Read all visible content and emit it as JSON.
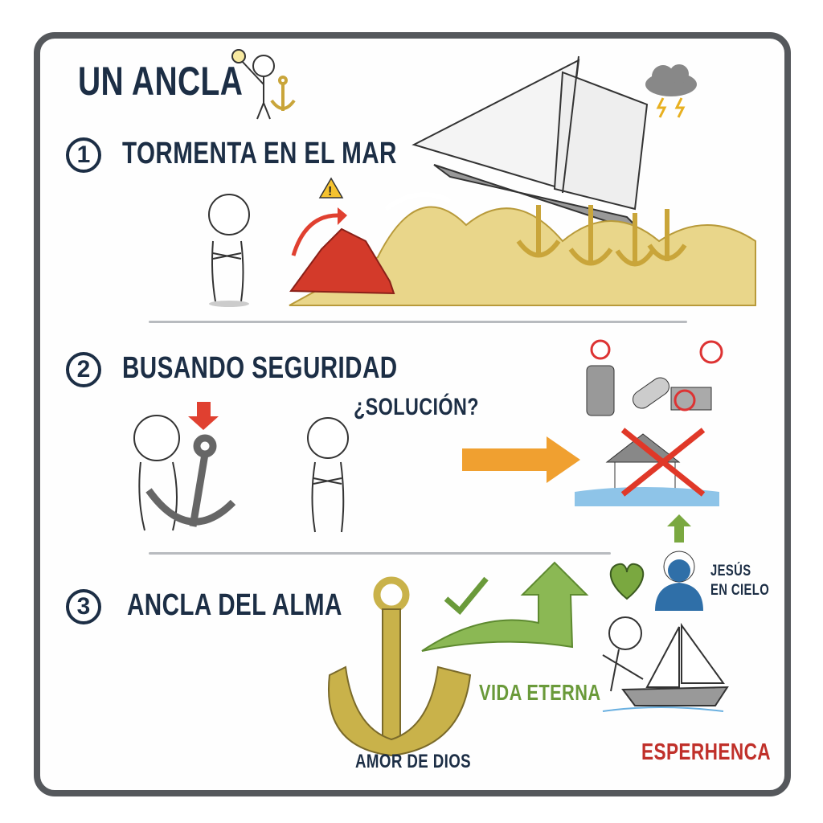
{
  "title": "UN ANCLA",
  "sections": [
    {
      "number": "1",
      "heading": "TORMENTA EN EL MAR"
    },
    {
      "number": "2",
      "heading": "BUSANDO SEGURIDAD",
      "question": "¿SOLUCIÓN?"
    },
    {
      "number": "3",
      "heading": "ANCLA DEL ALMA",
      "anchor_label": "AMOR DE DIOS",
      "arrow_label": "VIDA ETERNA",
      "jesus_label_line1": "JESÚS",
      "jesus_label_line2": "EN CIELO",
      "footer_label": "ESPERHENCA"
    }
  ],
  "colors": {
    "text": "#1c2e45",
    "green": "#6a9a3a",
    "red": "#c0302a",
    "orange": "#f0a030",
    "gold": "#c9b24a"
  }
}
